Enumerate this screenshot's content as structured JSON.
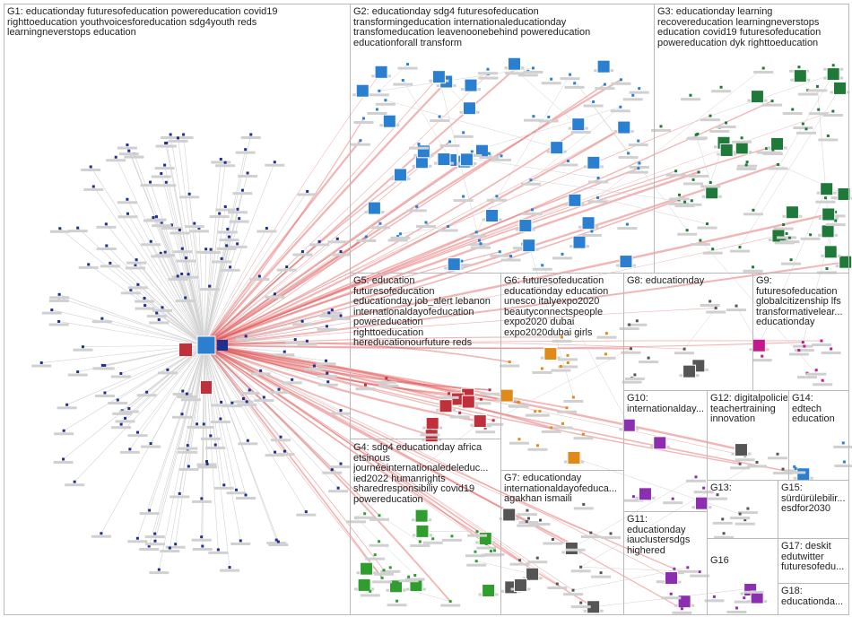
{
  "colors": {
    "edge_gray": "#d2d2d2",
    "edge_red": "#e25c5c",
    "node_label_shadow": "#d0d0d0",
    "panel_border": "#b9b9b9",
    "g1_node": "#1f2f8f",
    "g2_node": "#2b7fd1",
    "g3_node": "#1f7a3a",
    "g4_node": "#2f9e2f",
    "g5_node": "#c0303a",
    "g6_node": "#e08a18",
    "g7_node": "#555555",
    "g9_node": "#c21a8c",
    "g10_node": "#8b2fb0"
  },
  "groups": [
    {
      "id": "G1",
      "text": "G1: educationday futuresofeducation powereducation covid19\nrighttoeducation youthvoicesforeducation sdg4youth reds\nlearningneverstops education"
    },
    {
      "id": "G2",
      "text": "G2: educationday sdg4 futuresofeducation\ntransformingeducation internationaleducationday\ntransfomeducation leavenoonebehind powereducation\neducationforall transform"
    },
    {
      "id": "G3",
      "text": "G3: educationday learning\nrecovereducation learningneverstops\neducation covid19 futuresofeducation\npowereducation dyk righttoeducation"
    },
    {
      "id": "G4",
      "text": "G4: sdg4 educationday africa\netsinous\njournéeinternationaledeleduc...\nied2022 humanrights\nsharedresponsibiliy covid19\npowereducation"
    },
    {
      "id": "G5",
      "text": "G5: education\nfuturesofeducation\neducationday job_alert lebanon\ninternationaldayofeducation\npowereducation\nrighttoeducation\nhereducationourfuture reds"
    },
    {
      "id": "G6",
      "text": "G6: futuresofeducation\neducationday education\nunesco italyexpo2020\nbeautyconnectspeople\nexpo2020 dubai\nexpo2020dubai girls"
    },
    {
      "id": "G7",
      "text": "G7: educationday\ninternationaldayofeduca...\nagakhan ismaili"
    },
    {
      "id": "G8",
      "text": "G8: educationday"
    },
    {
      "id": "G9",
      "text": "G9:\nfuturesofeducation\nglobalcitizenship lfs\ntransformativelear...\neducationday"
    },
    {
      "id": "G10",
      "text": "G10:\ninternationalday..."
    },
    {
      "id": "G11",
      "text": "G11:\neducationday\niauclustersdgs\nhighered"
    },
    {
      "id": "G12",
      "text": "G12: digitalpolicies\nteachertraining\ninnovation"
    },
    {
      "id": "G13",
      "text": "G13:"
    },
    {
      "id": "G14",
      "text": "G14:\nedtech\neducation"
    },
    {
      "id": "G15",
      "text": "G15:\nsürdürülebilir...\nesdfor2030"
    },
    {
      "id": "G16",
      "text": "G16"
    },
    {
      "id": "G17",
      "text": "G17: deskit\nedutwitter\nfuturesofedu..."
    },
    {
      "id": "G18",
      "text": "G18:\neducationda..."
    }
  ]
}
